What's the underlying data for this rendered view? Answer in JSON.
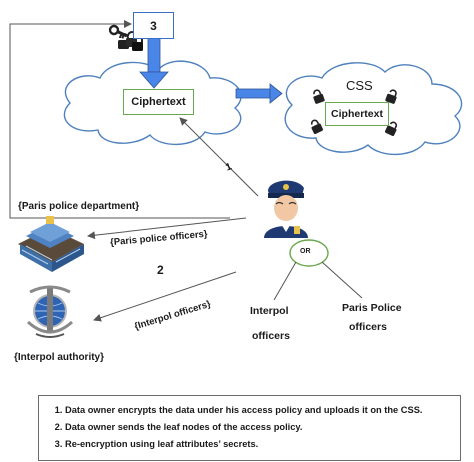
{
  "step_box": "3",
  "cloud_left": {
    "label": "Ciphertext"
  },
  "cloud_right": {
    "title": "CSS",
    "label": "Ciphertext"
  },
  "entities": {
    "paris_department": "{Paris police department}",
    "paris_officers": "{Paris police officers}",
    "interpol_officers_attr": "{Interpol officers}",
    "interpol_authority": "{Interpol authority}"
  },
  "arrow_numbers": {
    "one": "1",
    "two": "2"
  },
  "or_node": "OR",
  "leaves": {
    "interpol_line1": "Interpol",
    "interpol_line2": "officers",
    "paris_line1": "Paris Police",
    "paris_line2": "officers"
  },
  "steps": [
    "Data owner encrypts the data under his access policy and uploads it on the CSS.",
    "Data owner sends the leaf nodes of the access policy.",
    "Re-encryption using leaf attributes’ secrets."
  ],
  "colors": {
    "arrow_blue": "#4a86e8",
    "box_green": "#6aa84f",
    "cloud_stroke": "#4f81bd",
    "line_gray": "#555555"
  },
  "icons": [
    "police-officer-icon",
    "police-building-icon",
    "interpol-emblem-icon",
    "lock-icon",
    "key-icon"
  ]
}
